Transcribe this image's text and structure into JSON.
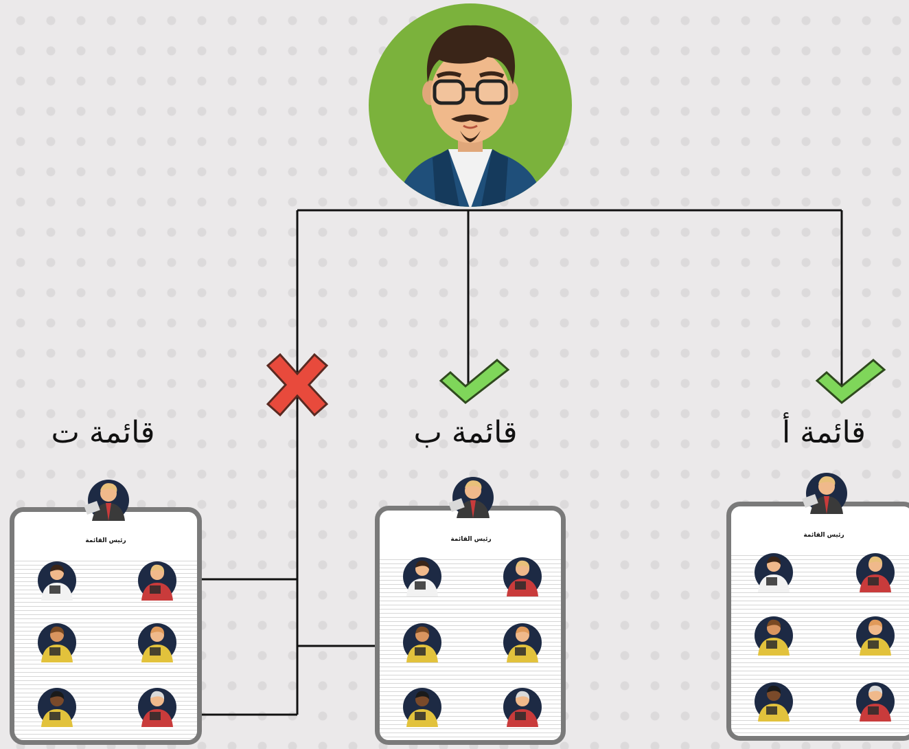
{
  "lists": [
    {
      "id": "t",
      "title": "قائمة ت",
      "leader_label": "رئيس القائمة",
      "status": "rejected",
      "status_icon": "cross-icon"
    },
    {
      "id": "b",
      "title": "قائمة ب",
      "leader_label": "رئيس القائمة",
      "status": "approved",
      "status_icon": "check-icon"
    },
    {
      "id": "a",
      "title": "قائمة أ",
      "leader_label": "رئيس القائمة",
      "status": "approved",
      "status_icon": "check-icon"
    }
  ],
  "colors": {
    "avatar_bg": "#7bb23c",
    "check": "#7fd65a",
    "cross": "#e84a3c",
    "connector": "#111111",
    "card_border": "#7a7a7a",
    "member_bg": "#1d2a44",
    "member_yellow": "#e2c23c",
    "member_red": "#c93b3b",
    "member_white": "#f2f2f2"
  }
}
